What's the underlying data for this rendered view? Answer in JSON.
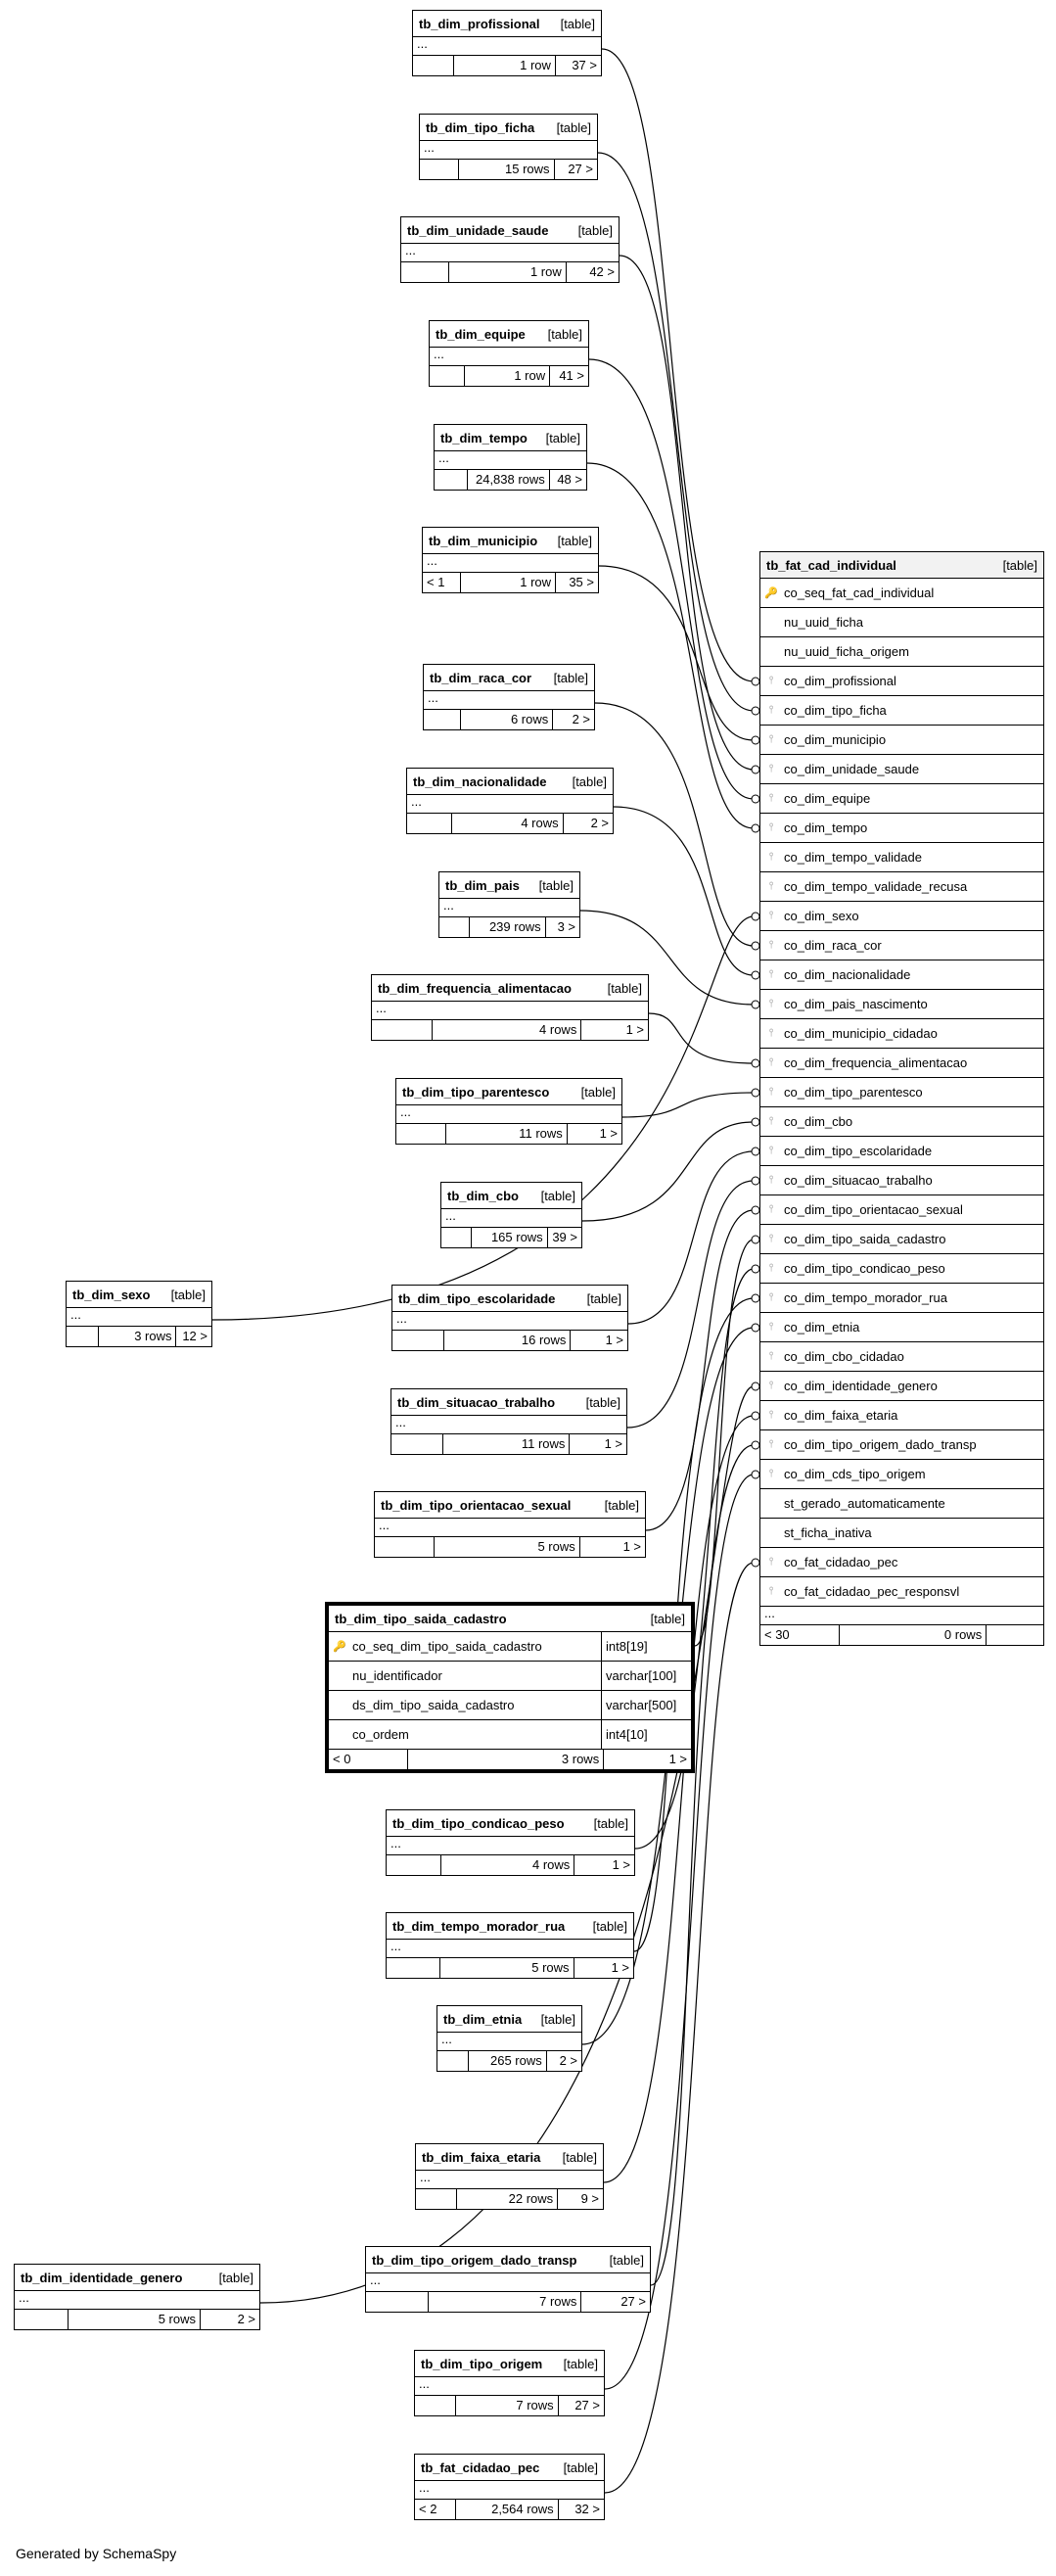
{
  "generated_by": "Generated by SchemaSpy",
  "tables": [
    {
      "name": "tb_dim_profissional",
      "type": "[table]",
      "parents": "",
      "rows": "1 row",
      "children": "37 >"
    },
    {
      "name": "tb_dim_tipo_ficha",
      "type": "[table]",
      "parents": "",
      "rows": "15 rows",
      "children": "27 >"
    },
    {
      "name": "tb_dim_unidade_saude",
      "type": "[table]",
      "parents": "",
      "rows": "1 row",
      "children": "42 >"
    },
    {
      "name": "tb_dim_equipe",
      "type": "[table]",
      "parents": "",
      "rows": "1 row",
      "children": "41 >"
    },
    {
      "name": "tb_dim_tempo",
      "type": "[table]",
      "parents": "",
      "rows": "24,838 rows",
      "children": "48 >"
    },
    {
      "name": "tb_dim_municipio",
      "type": "[table]",
      "parents": "< 1",
      "rows": "1 row",
      "children": "35 >"
    },
    {
      "name": "tb_dim_raca_cor",
      "type": "[table]",
      "parents": "",
      "rows": "6 rows",
      "children": "2 >"
    },
    {
      "name": "tb_dim_nacionalidade",
      "type": "[table]",
      "parents": "",
      "rows": "4 rows",
      "children": "2 >"
    },
    {
      "name": "tb_dim_pais",
      "type": "[table]",
      "parents": "",
      "rows": "239 rows",
      "children": "3 >"
    },
    {
      "name": "tb_dim_frequencia_alimentacao",
      "type": "[table]",
      "parents": "",
      "rows": "4 rows",
      "children": "1 >"
    },
    {
      "name": "tb_dim_tipo_parentesco",
      "type": "[table]",
      "parents": "",
      "rows": "11 rows",
      "children": "1 >"
    },
    {
      "name": "tb_dim_cbo",
      "type": "[table]",
      "parents": "",
      "rows": "165 rows",
      "children": "39 >"
    },
    {
      "name": "tb_dim_tipo_escolaridade",
      "type": "[table]",
      "parents": "",
      "rows": "16 rows",
      "children": "1 >"
    },
    {
      "name": "tb_dim_situacao_trabalho",
      "type": "[table]",
      "parents": "",
      "rows": "11 rows",
      "children": "1 >"
    },
    {
      "name": "tb_dim_tipo_orientacao_sexual",
      "type": "[table]",
      "parents": "",
      "rows": "5 rows",
      "children": "1 >"
    },
    {
      "name": "tb_dim_tipo_condicao_peso",
      "type": "[table]",
      "parents": "",
      "rows": "4 rows",
      "children": "1 >"
    },
    {
      "name": "tb_dim_tempo_morador_rua",
      "type": "[table]",
      "parents": "",
      "rows": "5 rows",
      "children": "1 >"
    },
    {
      "name": "tb_dim_etnia",
      "type": "[table]",
      "parents": "",
      "rows": "265 rows",
      "children": "2 >"
    },
    {
      "name": "tb_dim_faixa_etaria",
      "type": "[table]",
      "parents": "",
      "rows": "22 rows",
      "children": "9 >"
    },
    {
      "name": "tb_dim_tipo_origem_dado_transp",
      "type": "[table]",
      "parents": "",
      "rows": "7 rows",
      "children": "27 >"
    },
    {
      "name": "tb_dim_tipo_origem",
      "type": "[table]",
      "parents": "",
      "rows": "7 rows",
      "children": "27 >"
    },
    {
      "name": "tb_fat_cidadao_pec",
      "type": "[table]",
      "parents": "< 2",
      "rows": "2,564 rows",
      "children": "32 >"
    },
    {
      "name": "tb_dim_sexo",
      "type": "[table]",
      "parents": "",
      "rows": "3 rows",
      "children": "12 >"
    },
    {
      "name": "tb_dim_identidade_genero",
      "type": "[table]",
      "parents": "",
      "rows": "5 rows",
      "children": "2 >"
    }
  ],
  "selected_table": {
    "name": "tb_dim_tipo_saida_cadastro",
    "type": "[table]",
    "columns": [
      {
        "name": "co_seq_dim_tipo_saida_cadastro",
        "type": "int8[19]",
        "pk": true
      },
      {
        "name": "nu_identificador",
        "type": "varchar[100]",
        "pk": false
      },
      {
        "name": "ds_dim_tipo_saida_cadastro",
        "type": "varchar[500]",
        "pk": false
      },
      {
        "name": "co_ordem",
        "type": "int4[10]",
        "pk": false
      }
    ],
    "parents": "< 0",
    "rows": "3 rows",
    "children": "1 >"
  },
  "fact_table": {
    "name": "tb_fat_cad_individual",
    "type": "[table]",
    "columns": [
      {
        "name": "co_seq_fat_cad_individual",
        "key": "pk"
      },
      {
        "name": "nu_uuid_ficha",
        "key": ""
      },
      {
        "name": "nu_uuid_ficha_origem",
        "key": ""
      },
      {
        "name": "co_dim_profissional",
        "key": "fk"
      },
      {
        "name": "co_dim_tipo_ficha",
        "key": "fk"
      },
      {
        "name": "co_dim_municipio",
        "key": "fk"
      },
      {
        "name": "co_dim_unidade_saude",
        "key": "fk"
      },
      {
        "name": "co_dim_equipe",
        "key": "fk"
      },
      {
        "name": "co_dim_tempo",
        "key": "fk"
      },
      {
        "name": "co_dim_tempo_validade",
        "key": "fk"
      },
      {
        "name": "co_dim_tempo_validade_recusa",
        "key": "fk"
      },
      {
        "name": "co_dim_sexo",
        "key": "fk"
      },
      {
        "name": "co_dim_raca_cor",
        "key": "fk"
      },
      {
        "name": "co_dim_nacionalidade",
        "key": "fk"
      },
      {
        "name": "co_dim_pais_nascimento",
        "key": "fk"
      },
      {
        "name": "co_dim_municipio_cidadao",
        "key": "fk"
      },
      {
        "name": "co_dim_frequencia_alimentacao",
        "key": "fk"
      },
      {
        "name": "co_dim_tipo_parentesco",
        "key": "fk"
      },
      {
        "name": "co_dim_cbo",
        "key": "fk"
      },
      {
        "name": "co_dim_tipo_escolaridade",
        "key": "fk"
      },
      {
        "name": "co_dim_situacao_trabalho",
        "key": "fk"
      },
      {
        "name": "co_dim_tipo_orientacao_sexual",
        "key": "fk"
      },
      {
        "name": "co_dim_tipo_saida_cadastro",
        "key": "fk"
      },
      {
        "name": "co_dim_tipo_condicao_peso",
        "key": "fk"
      },
      {
        "name": "co_dim_tempo_morador_rua",
        "key": "fk"
      },
      {
        "name": "co_dim_etnia",
        "key": "fk"
      },
      {
        "name": "co_dim_cbo_cidadao",
        "key": "fk"
      },
      {
        "name": "co_dim_identidade_genero",
        "key": "fk"
      },
      {
        "name": "co_dim_faixa_etaria",
        "key": "fk"
      },
      {
        "name": "co_dim_tipo_origem_dado_transp",
        "key": "fk"
      },
      {
        "name": "co_dim_cds_tipo_origem",
        "key": "fk"
      },
      {
        "name": "st_gerado_automaticamente",
        "key": ""
      },
      {
        "name": "st_ficha_inativa",
        "key": ""
      },
      {
        "name": "co_fat_cidadao_pec",
        "key": "fk"
      },
      {
        "name": "co_fat_cidadao_pec_responsvl",
        "key": "fk"
      }
    ],
    "parents": "< 30",
    "rows": "0 rows",
    "children": ""
  }
}
